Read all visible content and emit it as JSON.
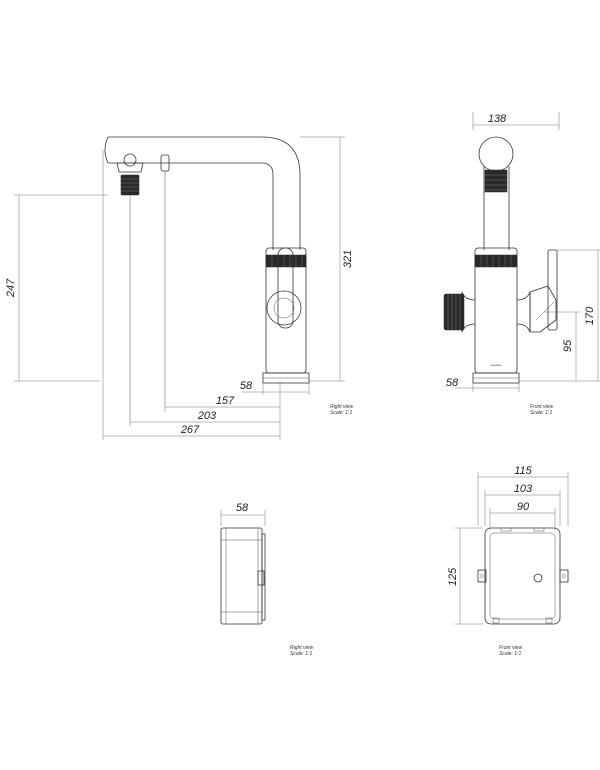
{
  "views": {
    "faucet_side": {
      "caption_line1": "Right view",
      "caption_line2": "Scale: 1:1",
      "dims": {
        "height_321": "321",
        "height_247": "247",
        "base_58": "58",
        "reach_157": "157",
        "reach_203": "203",
        "reach_267": "267"
      }
    },
    "faucet_front": {
      "caption_line1": "Front view",
      "caption_line2": "Scale: 1:1",
      "brand": "quooker",
      "dims": {
        "width_138": "138",
        "height_170": "170",
        "height_95": "95",
        "base_58": "58"
      }
    },
    "box_side": {
      "caption_line1": "Right view",
      "caption_line2": "Scale: 1:1",
      "dims": {
        "depth_58": "58"
      }
    },
    "box_front": {
      "caption_line1": "Front view",
      "caption_line2": "Scale: 1:1",
      "dims": {
        "width_115": "115",
        "width_103": "103",
        "width_90": "90",
        "height_125": "125"
      }
    }
  },
  "colors": {
    "line": "#333333",
    "dimension": "#777777",
    "knurl": "#2a2a2a"
  }
}
